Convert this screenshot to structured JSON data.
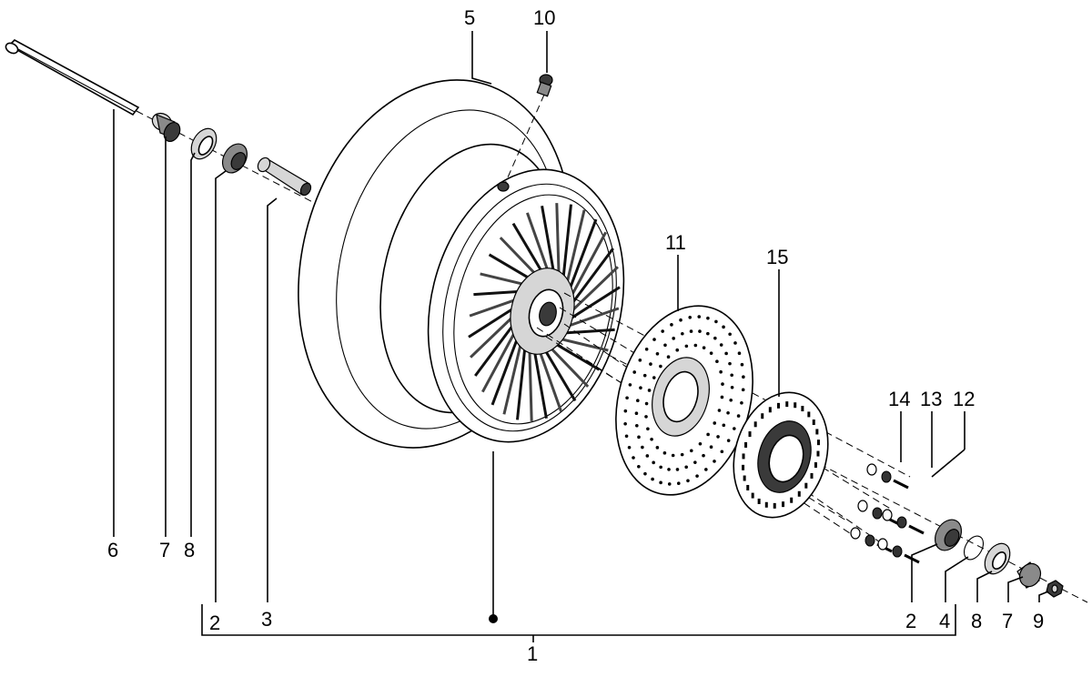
{
  "callouts": {
    "c1": "1",
    "c2_left": "2",
    "c3": "3",
    "c5": "5",
    "c6": "6",
    "c7_left": "7",
    "c8_left": "8",
    "c10": "10",
    "c11": "11",
    "c15": "15",
    "c14": "14",
    "c13": "13",
    "c12": "12",
    "c2_right": "2",
    "c4": "4",
    "c8_right": "8",
    "c7_right": "7",
    "c9": "9"
  }
}
